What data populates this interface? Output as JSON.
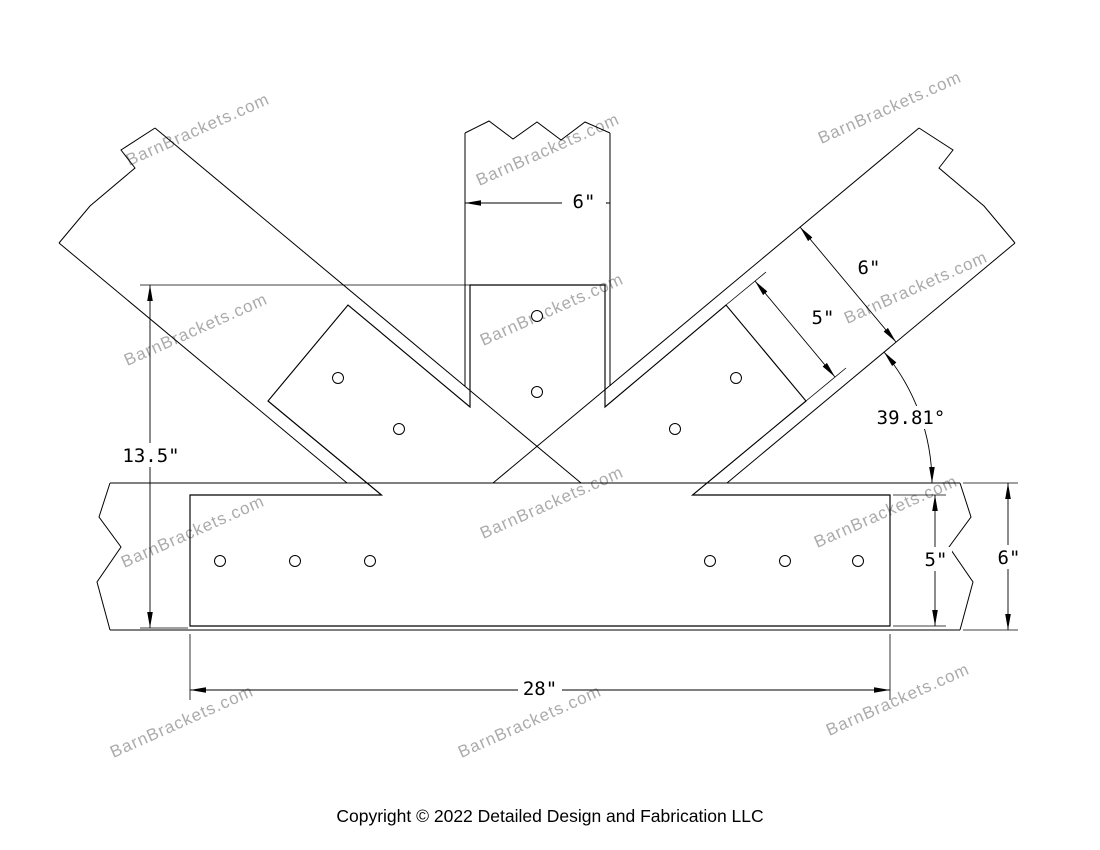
{
  "drawing": {
    "watermark_text": "BarnBrackets.com",
    "copyright": "Copyright © 2022 Detailed Design and Fabrication LLC"
  },
  "dims": {
    "post_width": "6\"",
    "rafter_beam_width": "6\"",
    "rafter_bracket_width": "5\"",
    "angle": "39.81°",
    "overall_height": "13.5\"",
    "bottom_bracket_height": "5\"",
    "bottom_beam_height": "6\"",
    "bottom_bracket_length": "28\""
  },
  "colors": {
    "line": "#000000",
    "watermark": "#969696",
    "background": "#ffffff"
  }
}
